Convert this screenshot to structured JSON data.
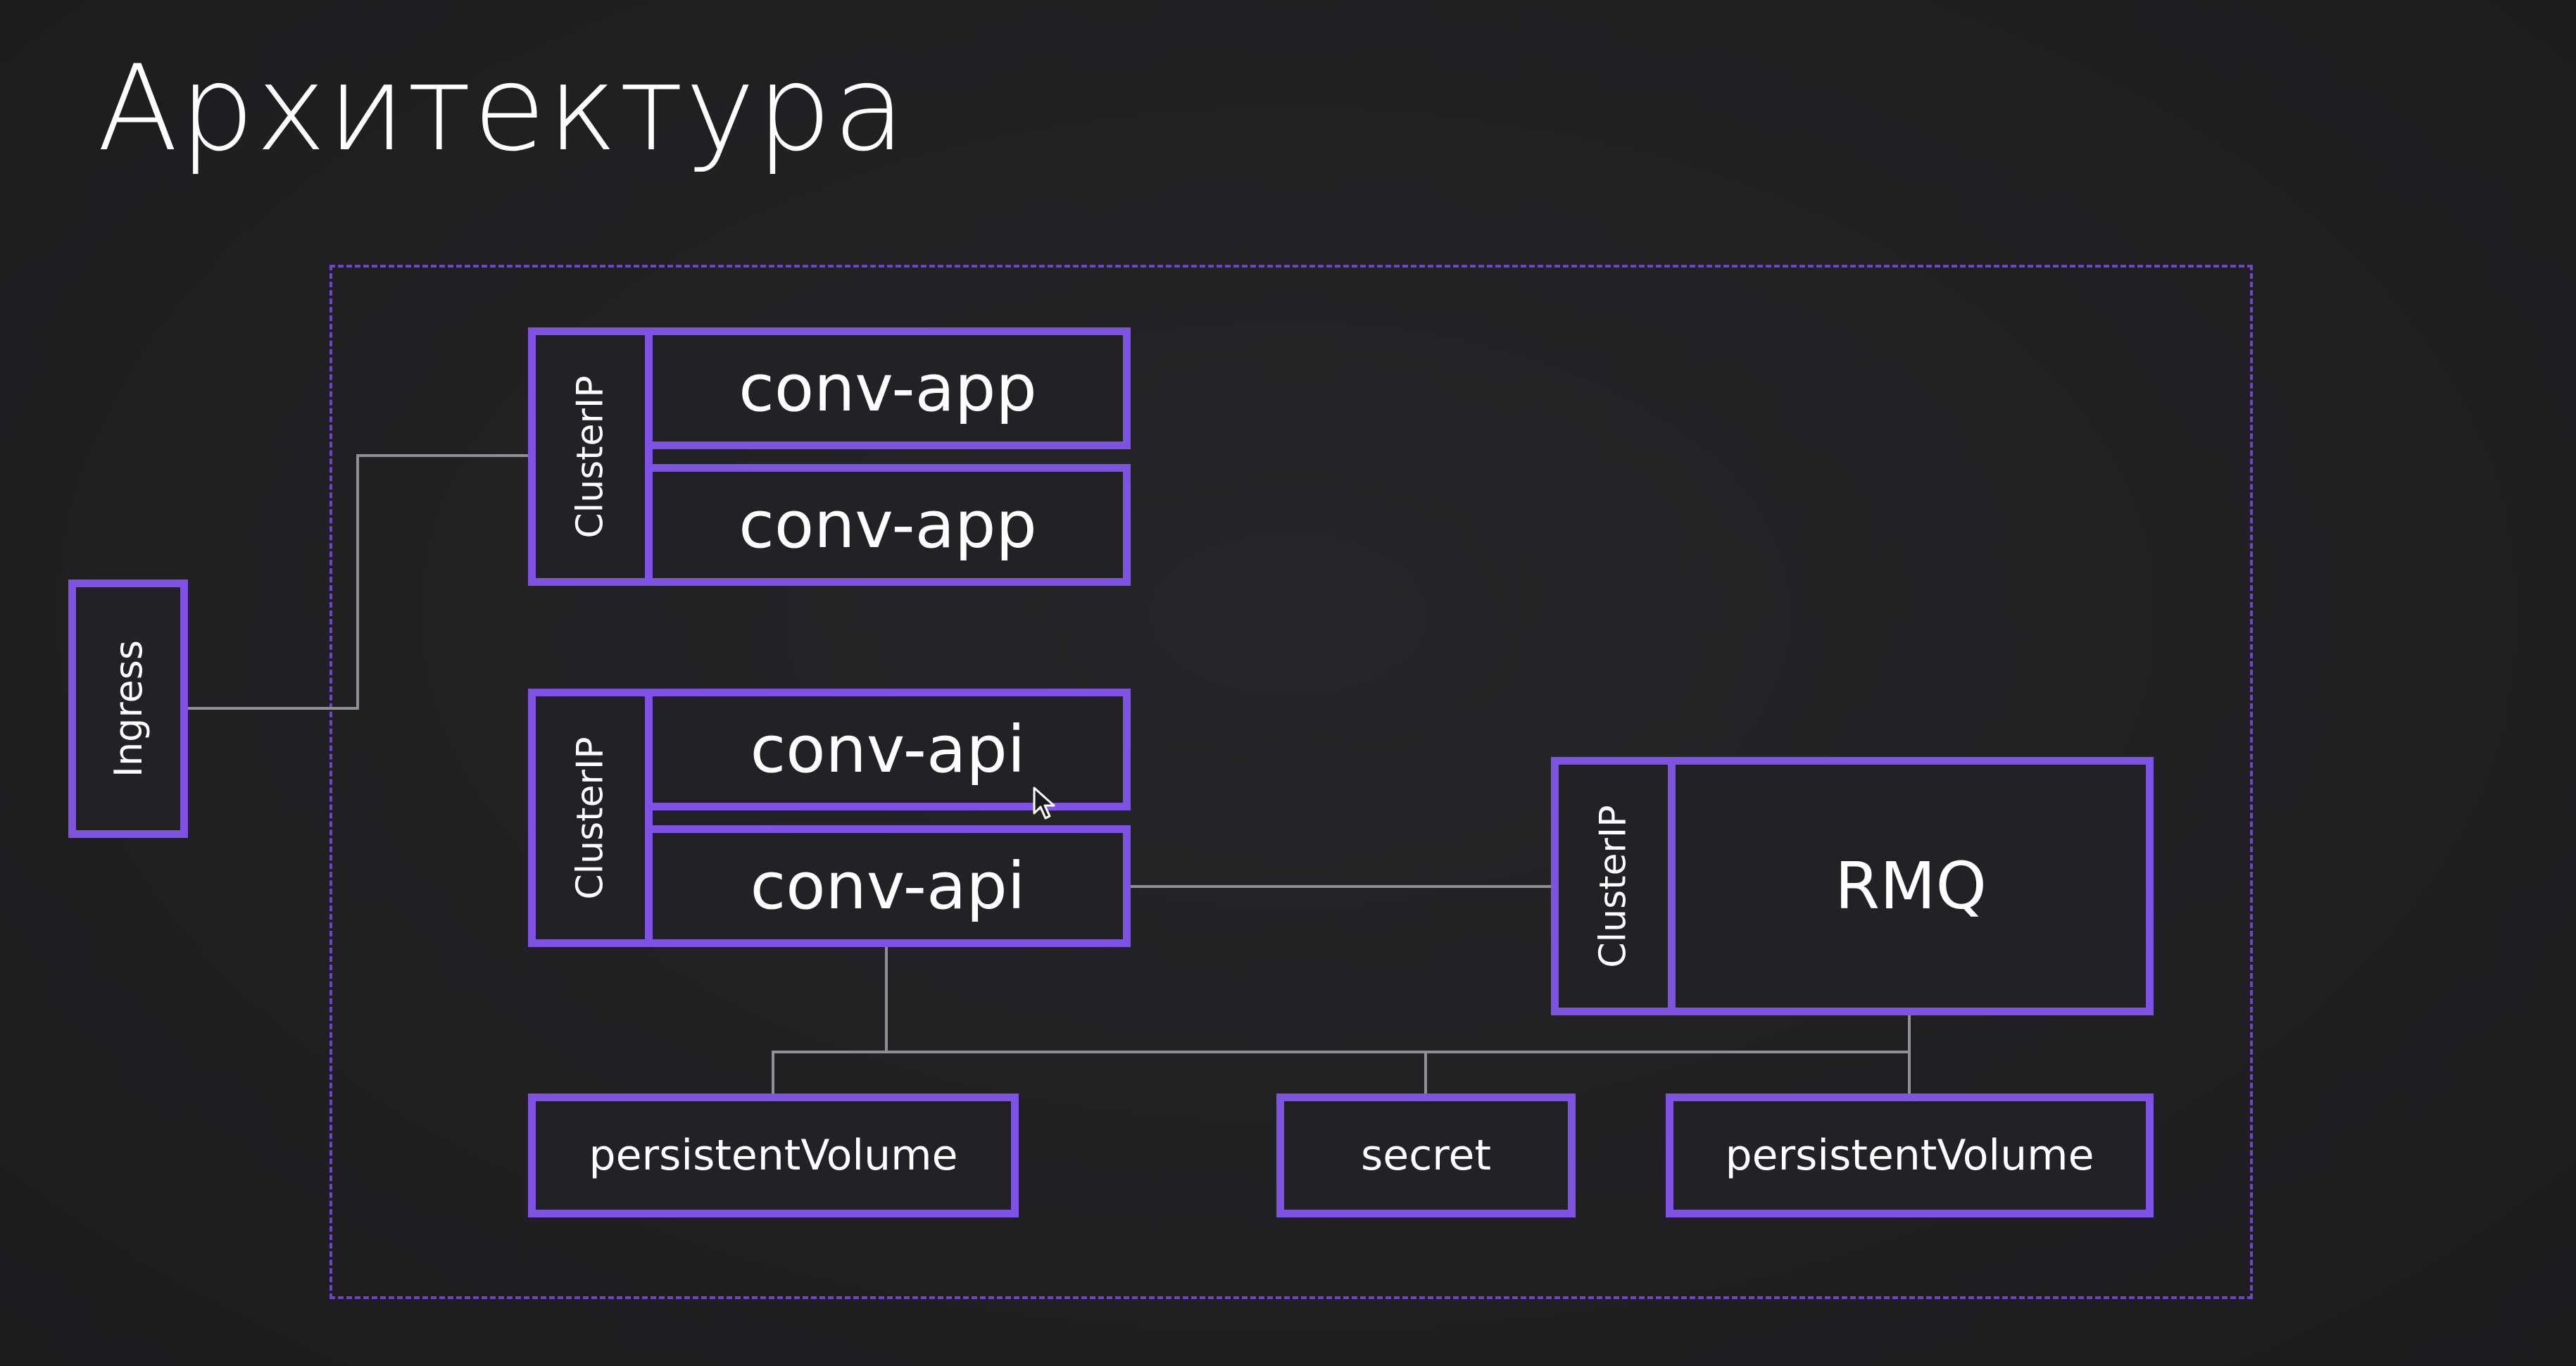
{
  "slide": {
    "title": "Архитектура"
  },
  "diagram": {
    "ingress": {
      "label": "Ingress"
    },
    "app_service": {
      "service_label": "ClusterIP",
      "pods": [
        "conv-app",
        "conv-app"
      ]
    },
    "api_service": {
      "service_label": "ClusterIP",
      "pods": [
        "conv-api",
        "conv-api"
      ]
    },
    "rmq_service": {
      "service_label": "ClusterIP",
      "label": "RMQ"
    },
    "storage": {
      "api_volume": "persistentVolume",
      "secret": "secret",
      "rmq_volume": "persistentVolume"
    },
    "colors": {
      "node_border": "#7e52e3",
      "cluster_border": "#6e45c8",
      "link": "#8f8f94",
      "background": "#212124",
      "text": "#ffffff"
    }
  }
}
